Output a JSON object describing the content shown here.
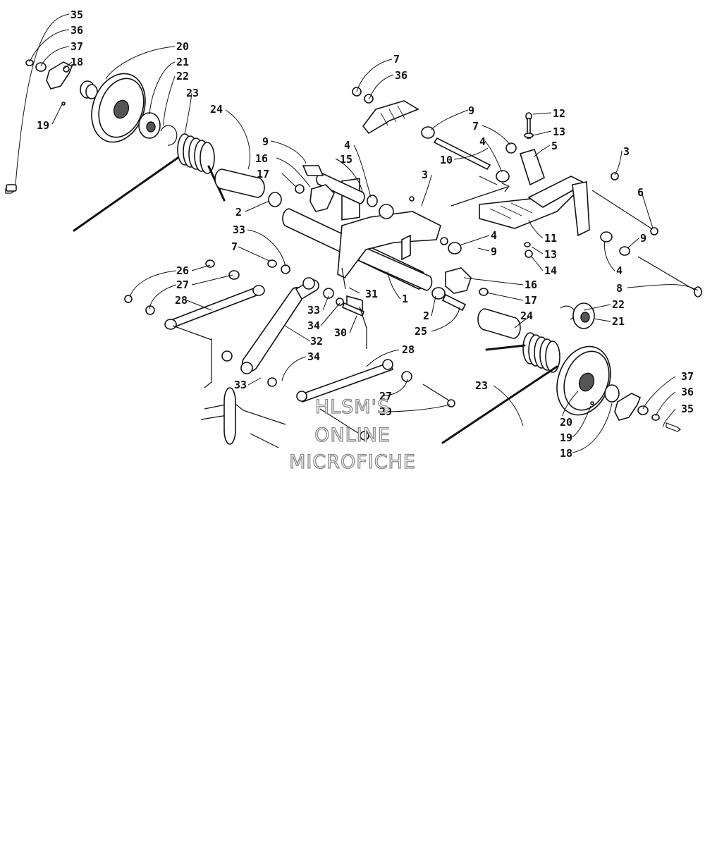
{
  "watermark": {
    "line1": "HLSM'S",
    "line2": "ONLINE",
    "line3": "MICROFICHE"
  },
  "callouts": {
    "p35a": "35",
    "p36a": "36",
    "p37a": "37",
    "p18a": "18",
    "p19a": "19",
    "p20a": "20",
    "p21a": "21",
    "p22a": "22",
    "p23a": "23",
    "p24a": "24",
    "p2a": "2",
    "p9a": "9",
    "p16a": "16",
    "p17a": "17",
    "p4a": "4",
    "p15": "15",
    "p3a": "3",
    "p7a": "7",
    "p36b": "36",
    "p9b": "9",
    "p7b": "7",
    "p10": "10",
    "p4b": "4",
    "p12": "12",
    "p13a": "13",
    "p5": "5",
    "p3b": "3",
    "p6": "6",
    "p11": "11",
    "p13b": "13",
    "p14": "14",
    "p4c": "4",
    "p9c": "9",
    "p9d": "9",
    "p4d": "4",
    "p8": "8",
    "p33a": "33",
    "p7c": "7",
    "p26": "26",
    "p27a": "27",
    "p28a": "28",
    "p33b": "33",
    "p34a": "34",
    "p30": "30",
    "p31": "31",
    "p1": "1",
    "p2b": "2",
    "p25": "25",
    "p16b": "16",
    "p17b": "17",
    "p32": "32",
    "p24b": "24",
    "p22b": "22",
    "p21b": "21",
    "p28b": "28",
    "p34b": "34",
    "p33c": "33",
    "p27b": "27",
    "p29": "29",
    "p23b": "23",
    "p20b": "20",
    "p19b": "19",
    "p18b": "18",
    "p37b": "37",
    "p36c": "36",
    "p35b": "35"
  }
}
